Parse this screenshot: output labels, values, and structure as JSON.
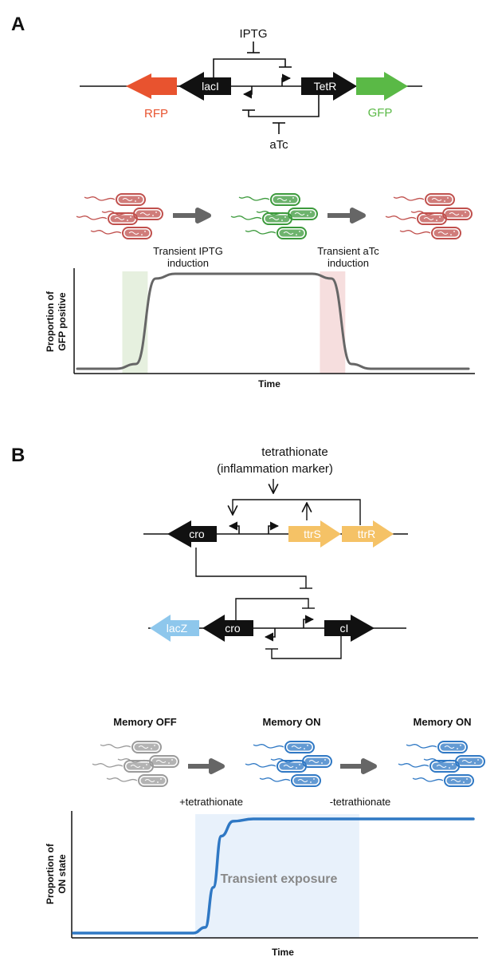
{
  "panel_a": {
    "letter": "A",
    "genes": {
      "laci": "lacI",
      "tetr": "TetR",
      "rfp": "RFP",
      "gfp": "GFP"
    },
    "inducers": {
      "iptg": "IPTG",
      "atc": "aTc"
    },
    "induction_iptg": [
      "Transient IPTG",
      "induction"
    ],
    "induction_atc": [
      "Transient aTc",
      "induction"
    ],
    "ylabel": [
      "Proportion of",
      "GFP positive"
    ],
    "xlabel": "Time",
    "chart_data": {
      "type": "line",
      "x": [
        0,
        10,
        15,
        20,
        25,
        35,
        50,
        60,
        65,
        70,
        75,
        85,
        100
      ],
      "y": [
        0,
        0,
        0.05,
        0.95,
        1,
        1,
        1,
        1,
        0.95,
        0.05,
        0,
        0,
        0
      ],
      "shaded_regions": [
        {
          "color": "#e6f0df",
          "from": 11.5,
          "to": 18
        },
        {
          "color": "#f6dede",
          "from": 62,
          "to": 68.5
        }
      ],
      "line_color": "#666666"
    }
  },
  "panel_b": {
    "letter": "B",
    "signal": [
      "tetrathionate",
      "(inflammation marker)"
    ],
    "genes": {
      "cro_top": "cro",
      "ttrs": "ttrS",
      "ttrr": "ttrR",
      "lacz": "lacZ",
      "cro_bottom": "cro",
      "ci": "cI"
    },
    "stages": [
      "Memory OFF",
      "Memory ON",
      "Memory ON"
    ],
    "transitions": [
      "+tetrathionate",
      "-tetrathionate"
    ],
    "exposure_label": "Transient exposure",
    "ylabel": [
      "Proportion of",
      "ON state"
    ],
    "xlabel": "Time",
    "chart_data": {
      "type": "line",
      "x": [
        0,
        30,
        33,
        35,
        37,
        40,
        45,
        100
      ],
      "y": [
        0,
        0,
        0.05,
        0.4,
        0.85,
        0.98,
        1,
        1
      ],
      "shaded_regions": [
        {
          "color": "#e8f1fb",
          "from": 30.5,
          "to": 71.5
        }
      ],
      "line_color": "#2f78c4"
    }
  },
  "colors": {
    "red": "#e8532f",
    "green": "#5ab946",
    "yellow": "#f5c266",
    "lightblue": "#8ec7ec",
    "cell_red": "#c0504d",
    "cell_green": "#3c9a3c",
    "cell_gray": "#9a9a9a",
    "cell_blue": "#2f78c4"
  }
}
